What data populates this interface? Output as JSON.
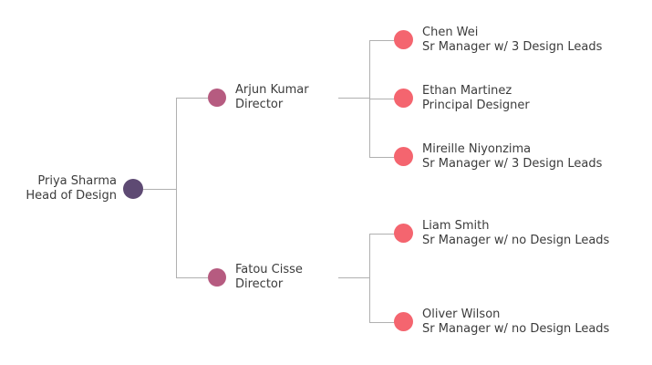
{
  "palette": {
    "bg": "#ffffff",
    "line": "#b0b0b0",
    "text": "#3c3c3c",
    "root": "#5e4a73",
    "mid": "#b65b80",
    "leaf": "#f4656f"
  },
  "chart_data": {
    "type": "tree",
    "orientation": "left-to-right",
    "root": {
      "name": "Priya Sharma",
      "title": "Head of Design"
    }
  },
  "tree": {
    "root": {
      "name": "Priya Sharma",
      "title": "Head of Design"
    },
    "children": [
      {
        "name": "Arjun Kumar",
        "title": "Director",
        "children": [
          {
            "name": "Chen Wei",
            "title": "Sr Manager w/ 3 Design Leads"
          },
          {
            "name": "Ethan Martinez",
            "title": "Principal Designer"
          },
          {
            "name": "Mireille Niyonzima",
            "title": "Sr Manager w/ 3 Design Leads"
          }
        ]
      },
      {
        "name": "Fatou Cisse",
        "title": "Director",
        "children": [
          {
            "name": "Liam Smith",
            "title": "Sr Manager w/ no Design Leads"
          },
          {
            "name": "Oliver Wilson",
            "title": "Sr Manager w/ no Design Leads"
          }
        ]
      }
    ]
  }
}
